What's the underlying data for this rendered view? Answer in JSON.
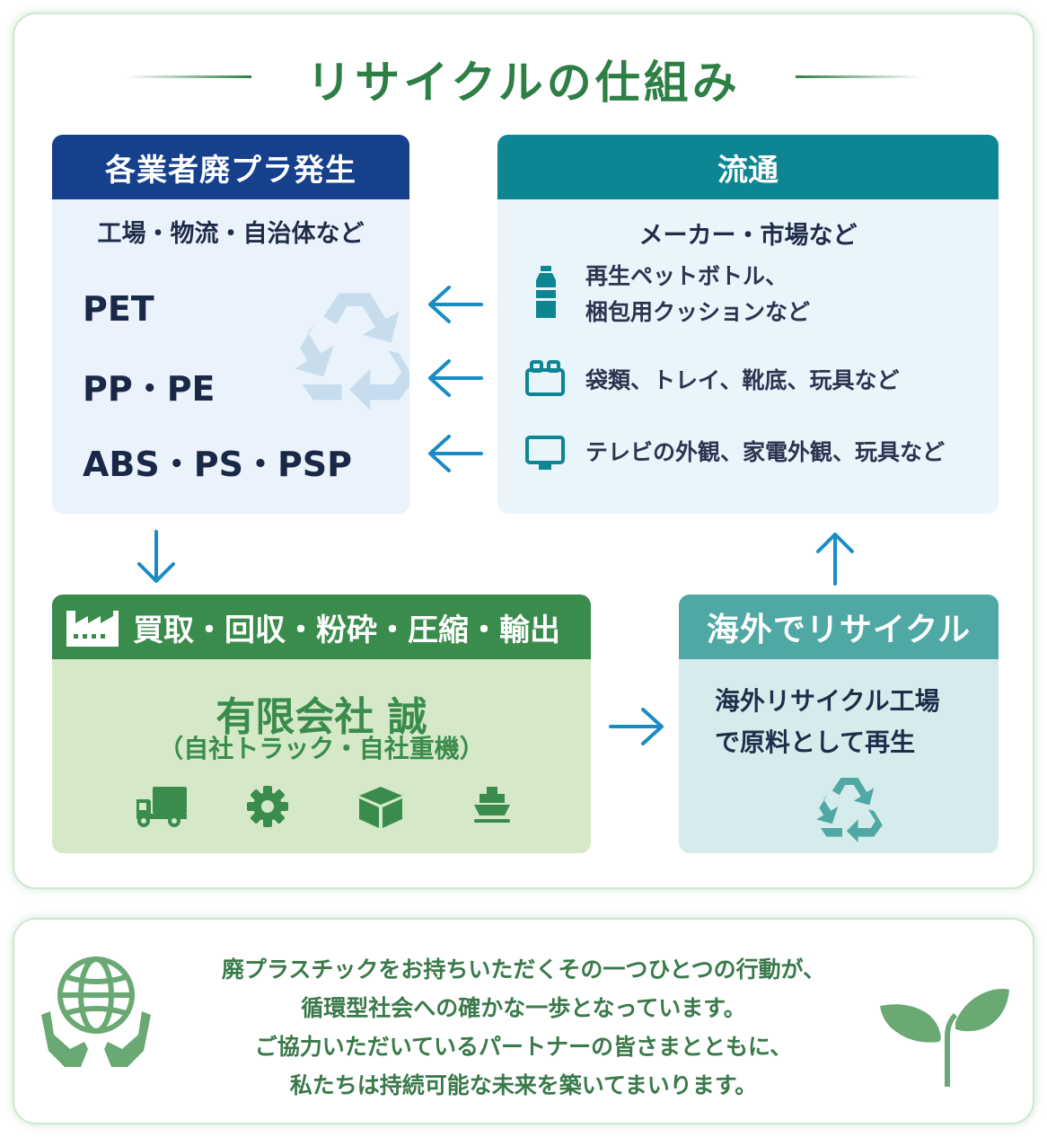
{
  "title": "リサイクルの仕組み",
  "box1": {
    "header": "各業者廃プラ発生",
    "subtitle": "工場・物流・自治体など",
    "items": [
      "PET",
      "PP・PE",
      "ABS・PS・PSP"
    ],
    "icon": "recycle-icon"
  },
  "box2": {
    "header": "流通",
    "subtitle": "メーカー・市場など",
    "rows": [
      {
        "icon": "bottle-icon",
        "lines": [
          "再生ペットボトル、",
          "梱包用クッションなど"
        ]
      },
      {
        "icon": "container-icon",
        "lines": [
          "袋類、トレイ、靴底、玩具など"
        ]
      },
      {
        "icon": "monitor-icon",
        "lines": [
          "テレビの外観、家電外観、玩具など"
        ]
      }
    ]
  },
  "box3": {
    "header": "買取・回収・粉砕・圧縮・輸出",
    "company": "有限会社 誠",
    "sub": "（自社トラック・自社重機）",
    "icons": [
      "truck-icon",
      "gear-icon",
      "box-icon",
      "ship-icon"
    ]
  },
  "box4": {
    "header": "海外でリサイクル",
    "lines": [
      "海外リサイクル工場",
      "で原料として再生"
    ],
    "icon": "recycle-icon"
  },
  "message": {
    "lines": [
      "廃プラスチックをお持ちいただくその一つひとつの行動が、",
      "循環型社会への確かな一歩となっています。",
      "ご協力いただいているパートナーの皆さまとともに、",
      "私たちは持続可能な未来を築いてまいります。"
    ]
  },
  "colors": {
    "title_green": "#2e7f45",
    "navy": "#163f8c",
    "teal": "#0d8593",
    "green": "#3a8c4c",
    "light_teal": "#4fa8a4",
    "arrow_blue": "#1a8cc4"
  }
}
